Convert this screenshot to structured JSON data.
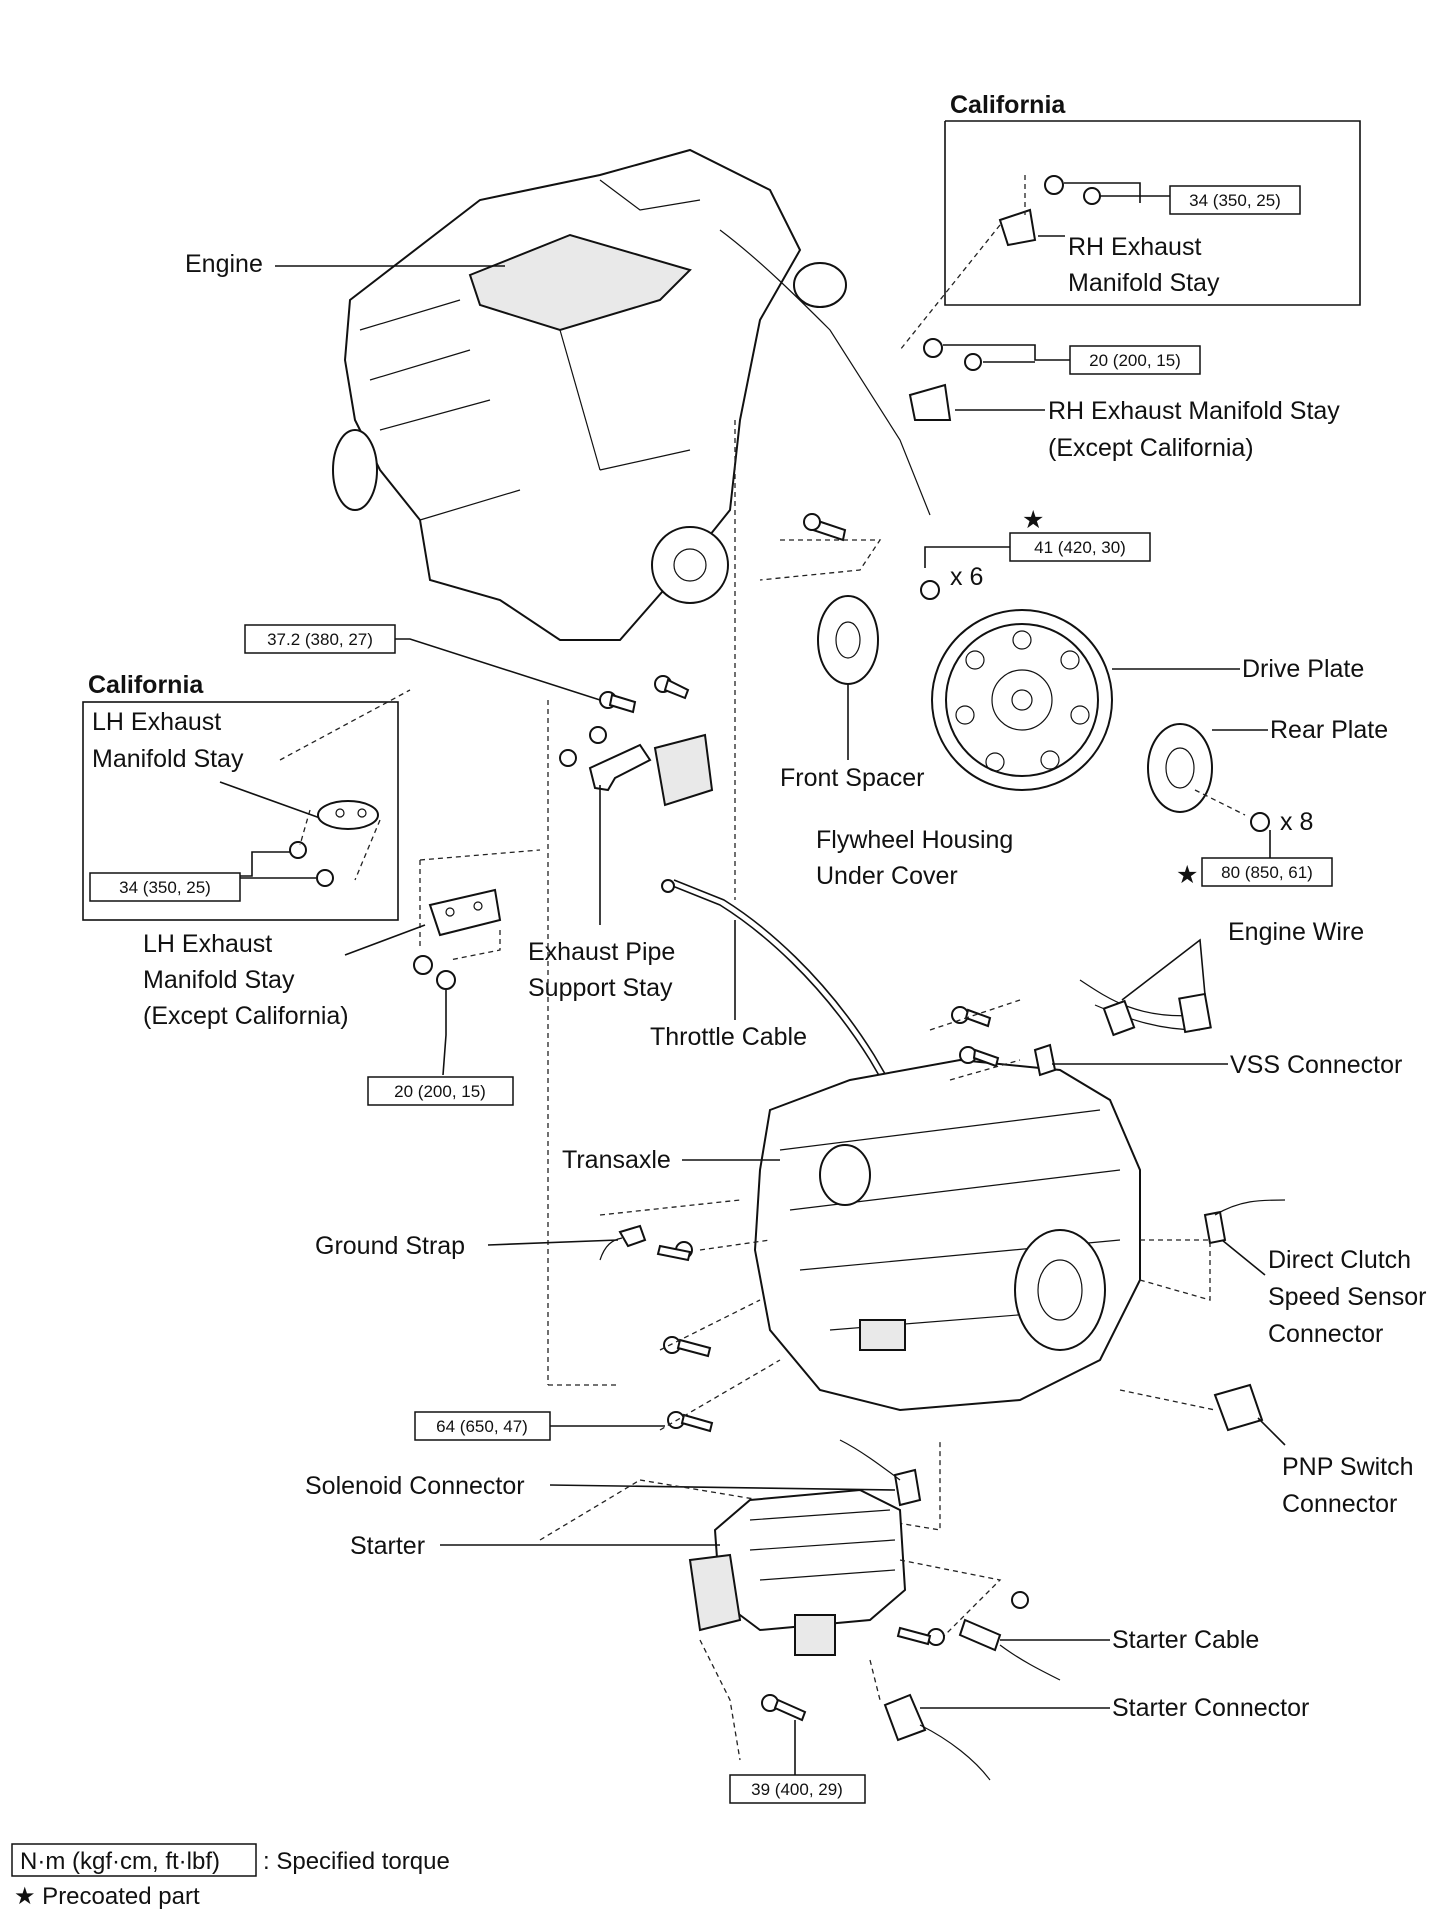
{
  "labels": {
    "engine": "Engine",
    "california_top": "California",
    "rh_stay_line1": "RH Exhaust",
    "rh_stay_line2": "Manifold Stay",
    "rh_stay_exc_line1": "RH Exhaust Manifold Stay",
    "rh_stay_exc_line2": "(Except California)",
    "drive_plate": "Drive Plate",
    "rear_plate": "Rear Plate",
    "front_spacer": "Front Spacer",
    "flywheel_line1": "Flywheel Housing",
    "flywheel_line2": "Under Cover",
    "california_left": "California",
    "lh_stay_line1": "LH Exhaust",
    "lh_stay_line2": "Manifold Stay",
    "lh_stay_exc_line1": "LH Exhaust",
    "lh_stay_exc_line2": "Manifold Stay",
    "lh_stay_exc_line3": "(Except California)",
    "exhaust_pipe_line1": "Exhaust Pipe",
    "exhaust_pipe_line2": "Support Stay",
    "throttle_cable": "Throttle Cable",
    "engine_wire": "Engine Wire",
    "vss_connector": "VSS Connector",
    "transaxle": "Transaxle",
    "ground_strap": "Ground Strap",
    "dcs_line1": "Direct Clutch",
    "dcs_line2": "Speed Sensor",
    "dcs_line3": "Connector",
    "solenoid_connector": "Solenoid Connector",
    "pnp_line1": "PNP Switch",
    "pnp_line2": "Connector",
    "starter": "Starter",
    "starter_cable": "Starter Cable",
    "starter_connector": "Starter Connector",
    "qty_6": "x 6",
    "qty_8": "x 8",
    "star": "★"
  },
  "torques": {
    "rh_cal": "34 (350, 25)",
    "rh_exc": "20 (200, 15)",
    "drive_plate": "41 (420, 30)",
    "rear_plate": "80 (850, 61)",
    "engine_bolt": "37.2 (380, 27)",
    "lh_cal": "34 (350, 25)",
    "lh_exc": "20 (200, 15)",
    "transaxle_bolt": "64 (650, 47)",
    "starter_bolt": "39 (400, 29)"
  },
  "legend": {
    "unit_box": "N·m (kgf·cm, ft·lbf)",
    "unit_text": ": Specified torque",
    "precoated": "★ Precoated part"
  }
}
